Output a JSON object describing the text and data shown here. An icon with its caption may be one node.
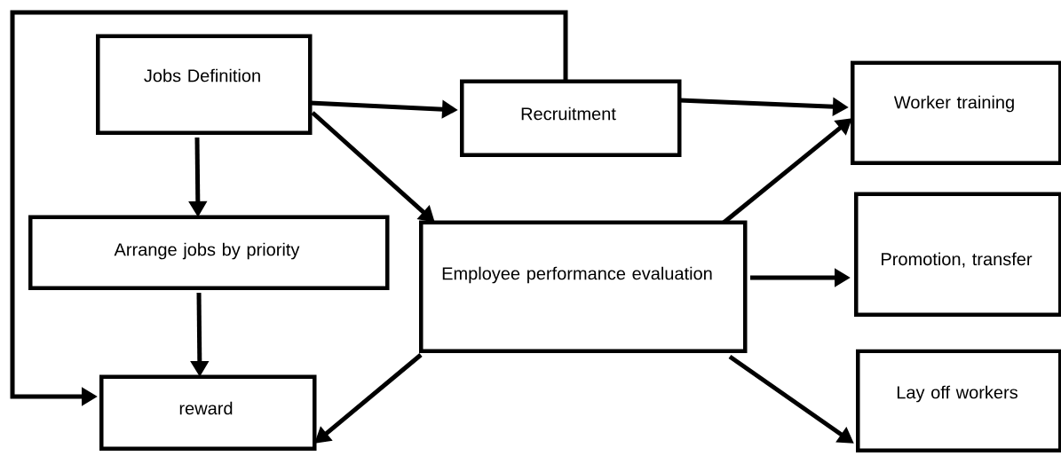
{
  "diagram": {
    "nodes": [
      {
        "text": [
          "Jobs Definition"
        ]
      },
      {
        "text": [
          "Recruitment"
        ]
      },
      {
        "text": [
          "Worker training"
        ]
      },
      {
        "text": [
          "Arrange jobs by priority"
        ]
      },
      {
        "text": [
          "Employee performance evaluation"
        ]
      },
      {
        "text": [
          "Promotion, transfer"
        ]
      },
      {
        "text": [
          "reward"
        ]
      },
      {
        "text": [
          "Lay off workers"
        ]
      }
    ],
    "edges": [
      {
        "from": 0,
        "to": 1,
        "arrow": "to"
      },
      {
        "from": 1,
        "to": 2,
        "arrow": "to"
      },
      {
        "from": 0,
        "to": 3,
        "arrow": "to"
      },
      {
        "from": 0,
        "to": 4,
        "arrow": "to"
      },
      {
        "from": 3,
        "to": 6,
        "arrow": "to"
      },
      {
        "from": 1,
        "to": 6,
        "arrow": "to"
      },
      {
        "from": 4,
        "to": 2,
        "arrow": "to"
      },
      {
        "from": 4,
        "to": 5,
        "arrow": "to"
      },
      {
        "from": 4,
        "to": 7,
        "arrow": "to"
      },
      {
        "from": 4,
        "to": 6,
        "arrow": "to"
      }
    ]
  }
}
